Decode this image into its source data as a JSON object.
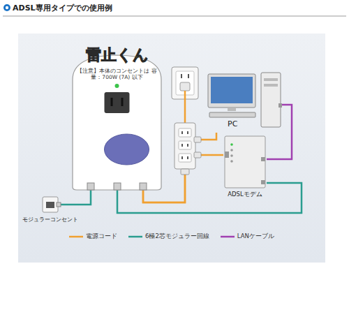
{
  "diagram": {
    "title": "ADSL専用タイプでの使用例",
    "nodes": [
      {
        "text": [
          "雷止くん",
          "【注意】本体のコンセントは 容量：700W (7A) 以下"
        ]
      },
      {
        "text": [
          "PC"
        ]
      },
      {
        "text": [
          "ADSLモデム"
        ]
      },
      {
        "text": [
          "モジュラーコンセント"
        ]
      }
    ],
    "edges": [
      {
        "from": 3,
        "to": 0,
        "arrow": "none"
      },
      {
        "from": 0,
        "to": 2,
        "arrow": "none"
      },
      {
        "from": 0,
        "to": 1,
        "arrow": "none"
      },
      {
        "from": 0,
        "to": 2,
        "arrow": "none"
      },
      {
        "from": 2,
        "to": 1,
        "arrow": "none"
      }
    ],
    "legend": [
      {
        "text": "電源コード"
      },
      {
        "text": "6極2芯モジュラー回線"
      },
      {
        "text": "LANケーブル"
      }
    ]
  }
}
